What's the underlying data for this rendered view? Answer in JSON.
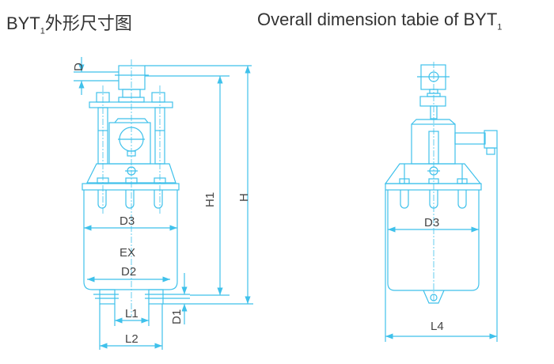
{
  "title_cn": {
    "main": "BYT",
    "sub": "1",
    "rest": "外形尺寸图"
  },
  "title_en": {
    "main": "Overall  dimension tabie of BYT",
    "sub": "1"
  },
  "front_view": {
    "labels": {
      "D": "D",
      "H": "H",
      "H1": "H1",
      "D3": "D3",
      "EX": "EX",
      "D2": "D2",
      "D1": "D1",
      "L1": "L1",
      "L2": "L2"
    }
  },
  "side_view": {
    "labels": {
      "D3": "D3",
      "L4": "L4"
    }
  },
  "line_color": "#3fc1eb"
}
